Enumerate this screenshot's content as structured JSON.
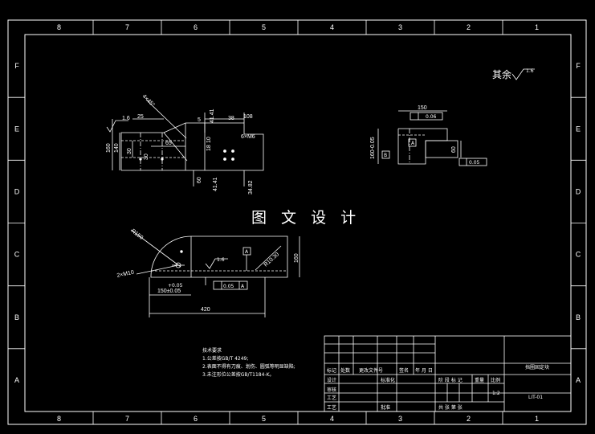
{
  "watermark": "图 文 设 计",
  "zones": {
    "top_columns": [
      "8",
      "7",
      "6",
      "5",
      "4",
      "3",
      "2",
      "1"
    ],
    "rows": [
      "F",
      "E",
      "D",
      "C",
      "B",
      "A"
    ]
  },
  "roughness_other": "其余",
  "roughness_value": "1.6",
  "front_view": {
    "dims": {
      "chamfer": "4×45°",
      "d25": "25",
      "d5": "5",
      "d41_top": "41.41",
      "d38": "38",
      "d108": "108",
      "d160": "160",
      "d140": "140",
      "d30a": "30",
      "d30b": "30",
      "d65": "65",
      "d10": "10",
      "d18": "18",
      "d6m6": "6×M6",
      "d60": "60",
      "d41_bot": "41.41",
      "d34": "34.82",
      "rough": "1.6"
    }
  },
  "side_view": {
    "dims": {
      "d150": "150",
      "d160tol": "160-0.05",
      "tol_top": "0.06",
      "d60": "60",
      "tol_bot": "0.05",
      "datum_b": "B",
      "datum_a": "A"
    }
  },
  "plan_view": {
    "dims": {
      "r150": "R150",
      "holes": "2×M10",
      "d150tol": "150±0.05",
      "tol_small": "+0.05",
      "d420": "420",
      "r10": "R10.30",
      "d160": "160",
      "rough": "1.6",
      "tol": "0.05",
      "datum": "A"
    }
  },
  "notes": {
    "title": "技术要求",
    "lines": [
      "1.公差按GB/T 4249;",
      "2.表面不得有刀痕、划伤、圆弧等明显缺陷;",
      "3.未注形位公差按GB/T1184-K。"
    ]
  },
  "title_block": {
    "part_name": "挡圈固定块",
    "drawing_no": "LIT-01",
    "scale": "1:2",
    "h_mark": "标记",
    "h_count": "处数",
    "h_change": "更改文件号",
    "h_sign": "签名",
    "h_date": "年 月 日",
    "h_design": "设计",
    "h_std": "标准化",
    "h_check": "审核",
    "h_process": "工艺",
    "h_approve": "批准",
    "h_stage": "阶 段 标 记",
    "h_weight": "重量",
    "h_scale": "比例",
    "h_sheet": "共 张 第 张"
  }
}
